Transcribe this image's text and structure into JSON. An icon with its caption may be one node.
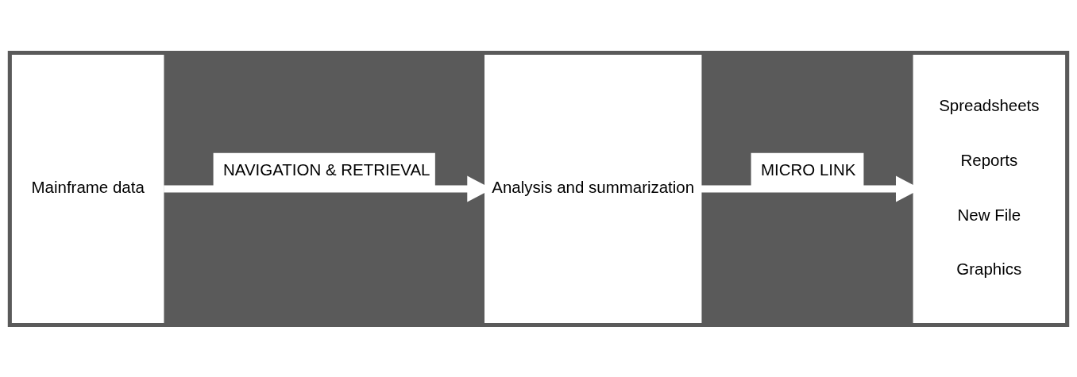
{
  "diagram": {
    "nodes": [
      {
        "text": [
          "Mainframe data"
        ]
      },
      {
        "text": [
          "Analysis and summarization"
        ]
      },
      {
        "text": [
          "Spreadsheets",
          "Reports",
          "New File",
          "Graphics"
        ]
      }
    ],
    "edges": [
      {
        "from": 0,
        "to": 1,
        "arrow": "to",
        "label": "NAVIGATION & RETRIEVAL"
      },
      {
        "from": 1,
        "to": 2,
        "arrow": "to",
        "label": "MICRO LINK"
      }
    ]
  }
}
